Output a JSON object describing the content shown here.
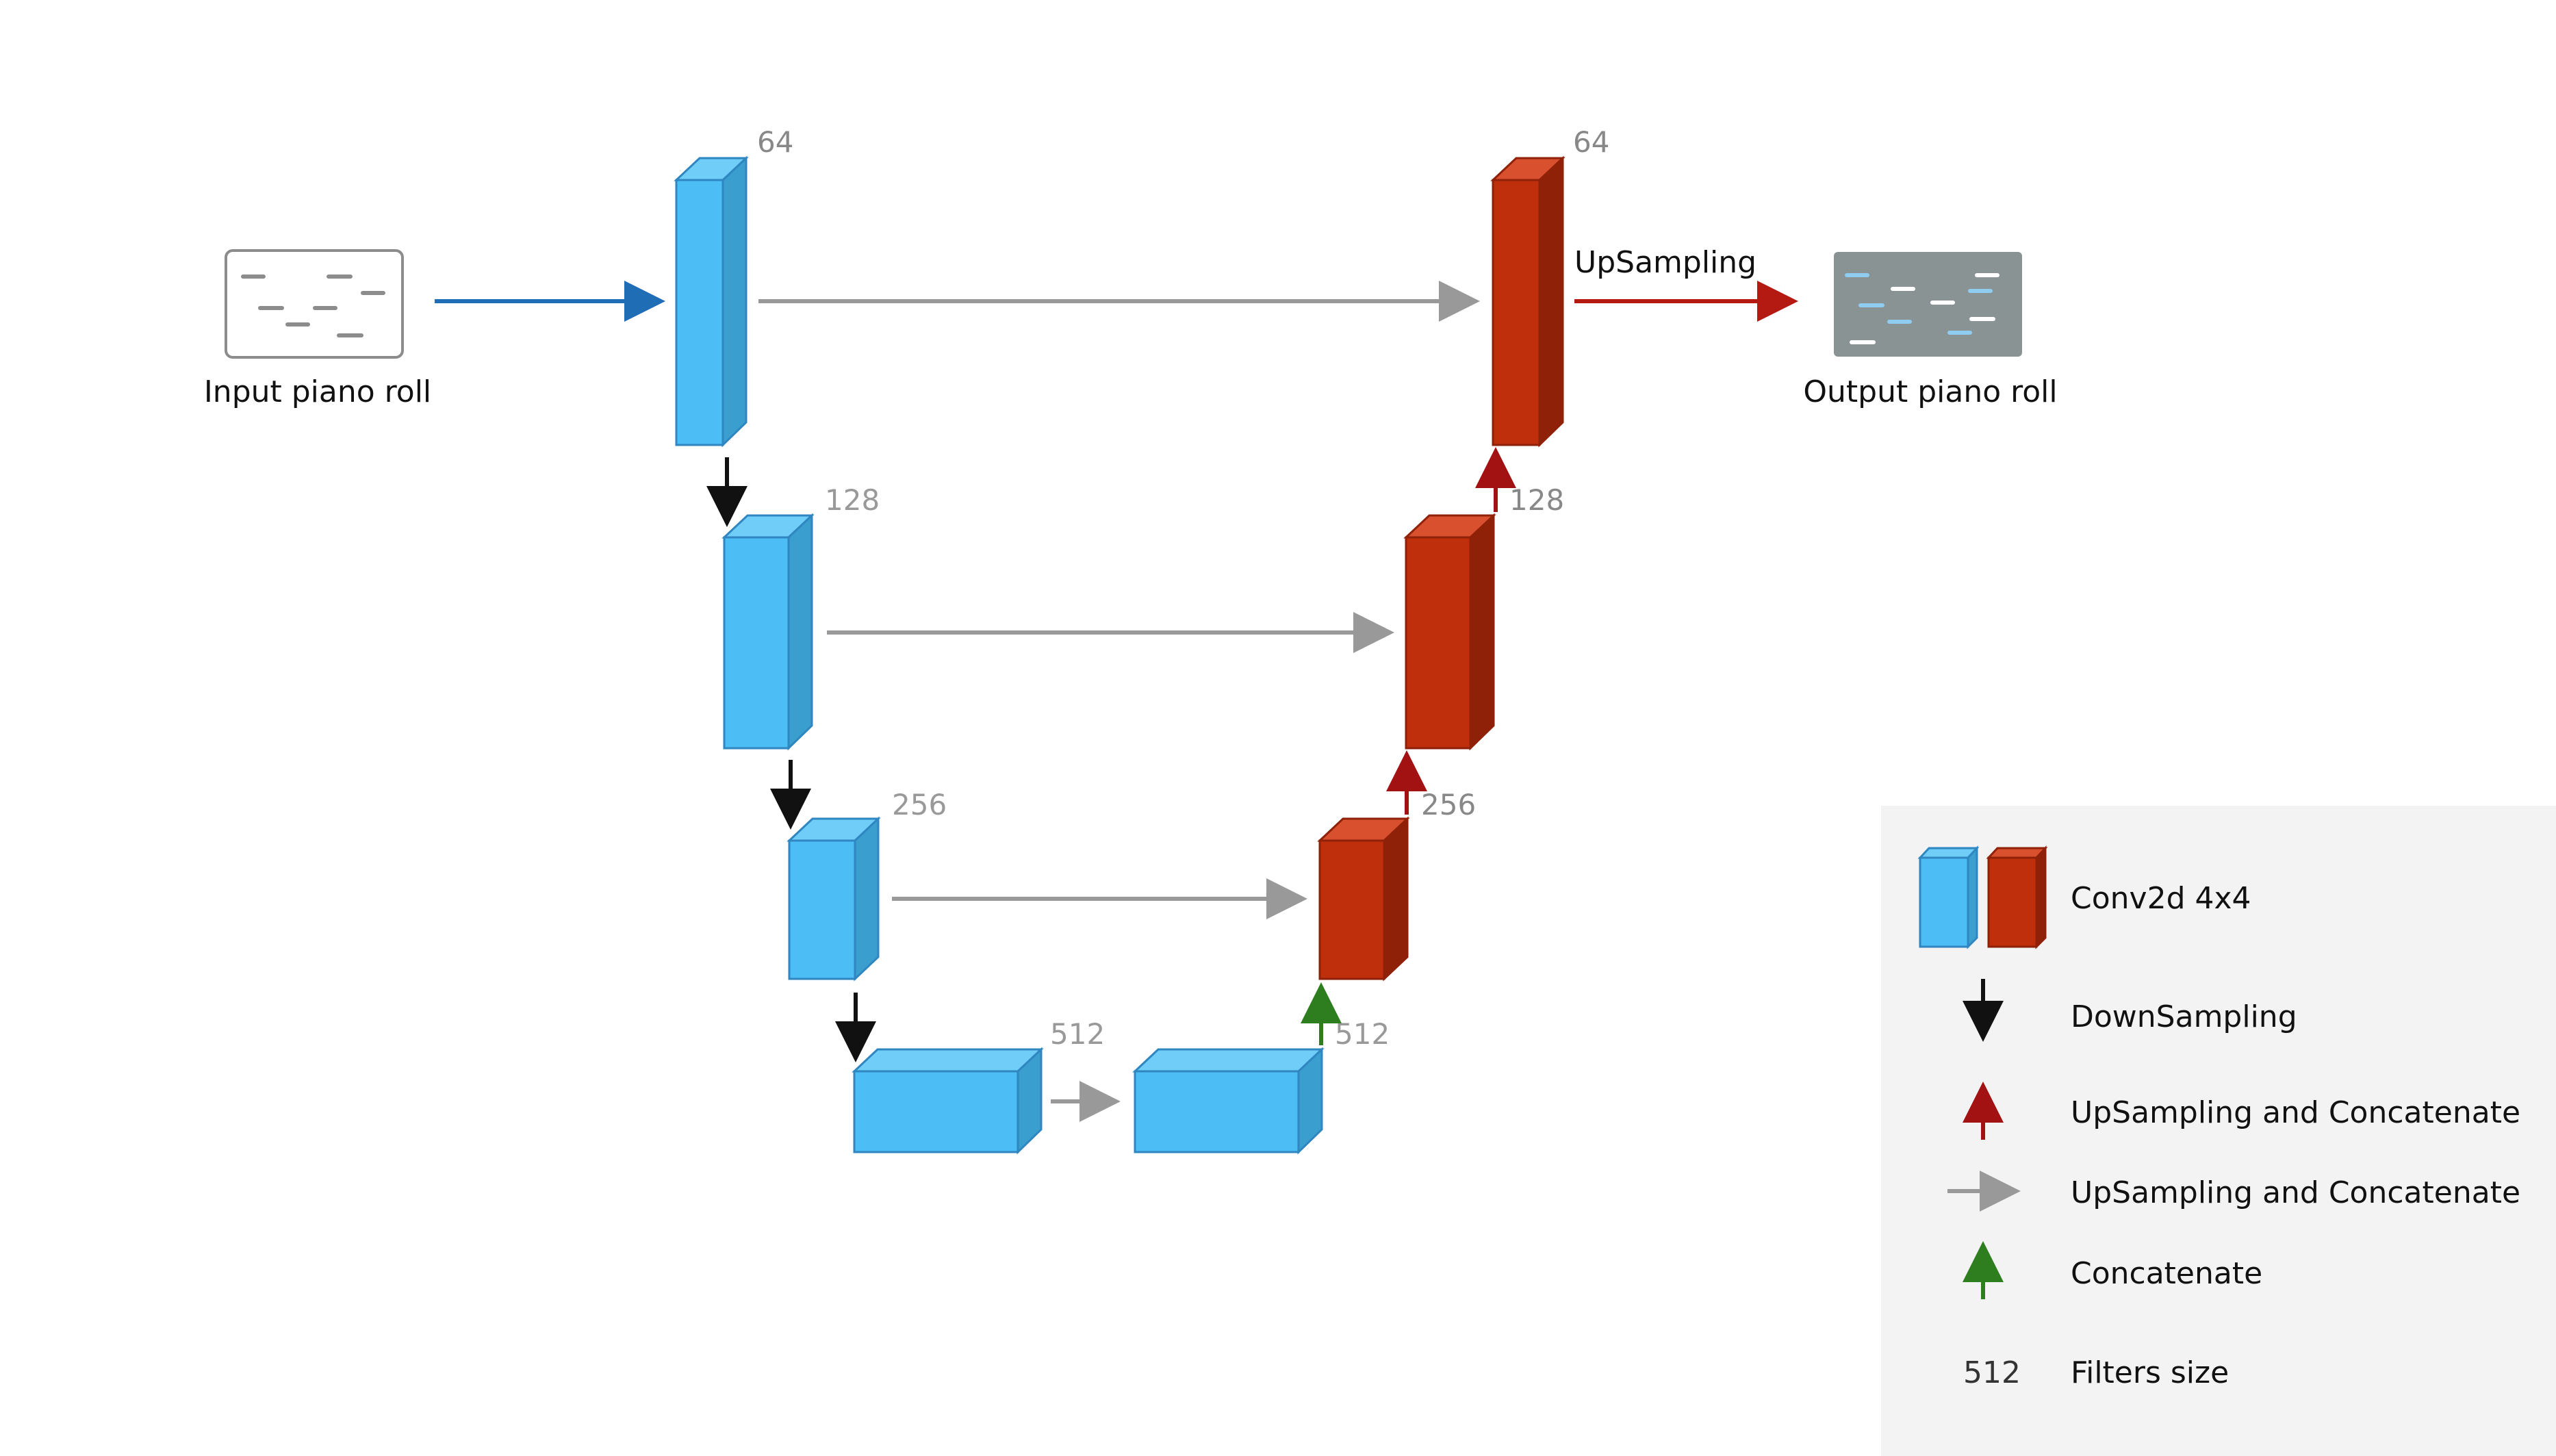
{
  "diagram": {
    "input_label": "Input piano roll",
    "output_label": "Output piano roll",
    "upsampling_label": "UpSampling",
    "encoder_filters": [
      "64",
      "128",
      "256",
      "512"
    ],
    "decoder_filters": [
      "64",
      "128",
      "256",
      "512"
    ]
  },
  "legend": {
    "conv_label": "Conv2d 4x4",
    "downsampling_label": "DownSampling",
    "upsampling_concat_red_label": "UpSampling and Concatenate",
    "upsampling_concat_gray_label": "UpSampling and Concatenate",
    "concatenate_label": "Concatenate",
    "filters_example": "512",
    "filters_label": "Filters size"
  },
  "colors": {
    "encoder_front": "#4dbdf5",
    "encoder_side": "#3a9fcf",
    "encoder_top": "#6fcdf8",
    "decoder_front": "#bf2f0c",
    "decoder_side": "#8f2108",
    "decoder_top": "#d9502e",
    "down_arrow": "#111111",
    "up_arrow": "#a31212",
    "skip_arrow": "#999999",
    "concat_arrow": "#2e7d1e",
    "input_arrow": "#1f6db5",
    "output_arrow": "#b41a12"
  },
  "icons": [
    "input-piano-roll-icon",
    "output-piano-roll-icon",
    "encoder-block-icon",
    "decoder-block-icon"
  ]
}
